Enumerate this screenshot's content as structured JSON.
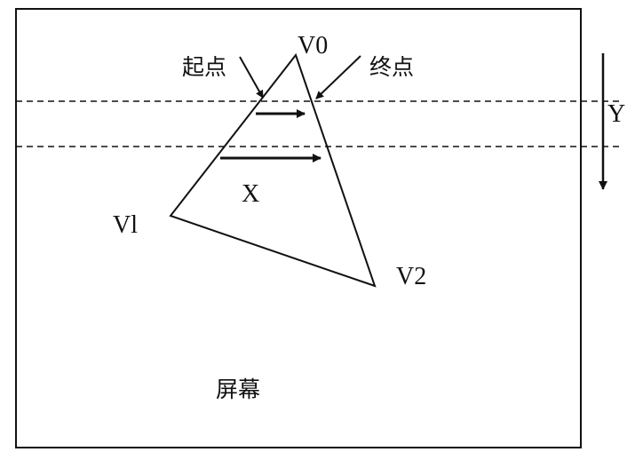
{
  "labels": {
    "v0": "V0",
    "v1": "Vl",
    "v2": "V2",
    "x": "X",
    "y": "Y",
    "start_point": "起点",
    "end_point": "终点",
    "screen": "屏幕"
  },
  "colors": {
    "stroke": "#111111",
    "background": "#ffffff"
  }
}
